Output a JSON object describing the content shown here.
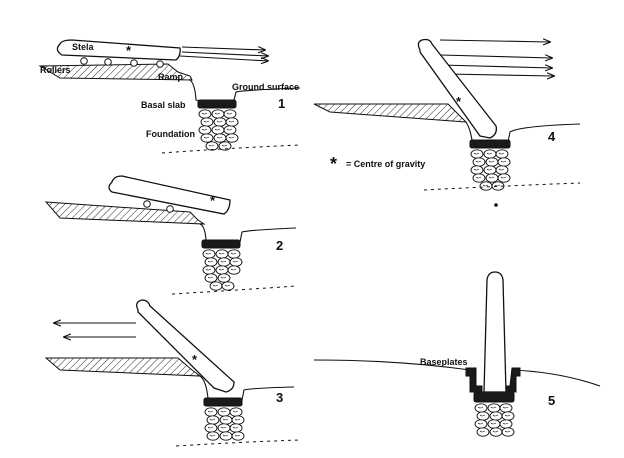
{
  "labels": {
    "stela": "Stela",
    "rollers": "Rollers",
    "ramp": "Ramp",
    "ground_surface": "Ground surface",
    "basal_slab": "Basal slab",
    "foundation": "Foundation",
    "baseplates": "Baseplates",
    "legend_symbol": "*",
    "legend_text": "= Centre of gravity"
  },
  "stages": [
    {
      "number": "1"
    },
    {
      "number": "2"
    },
    {
      "number": "3"
    },
    {
      "number": "4"
    },
    {
      "number": "5"
    }
  ],
  "cg_symbol": "*"
}
